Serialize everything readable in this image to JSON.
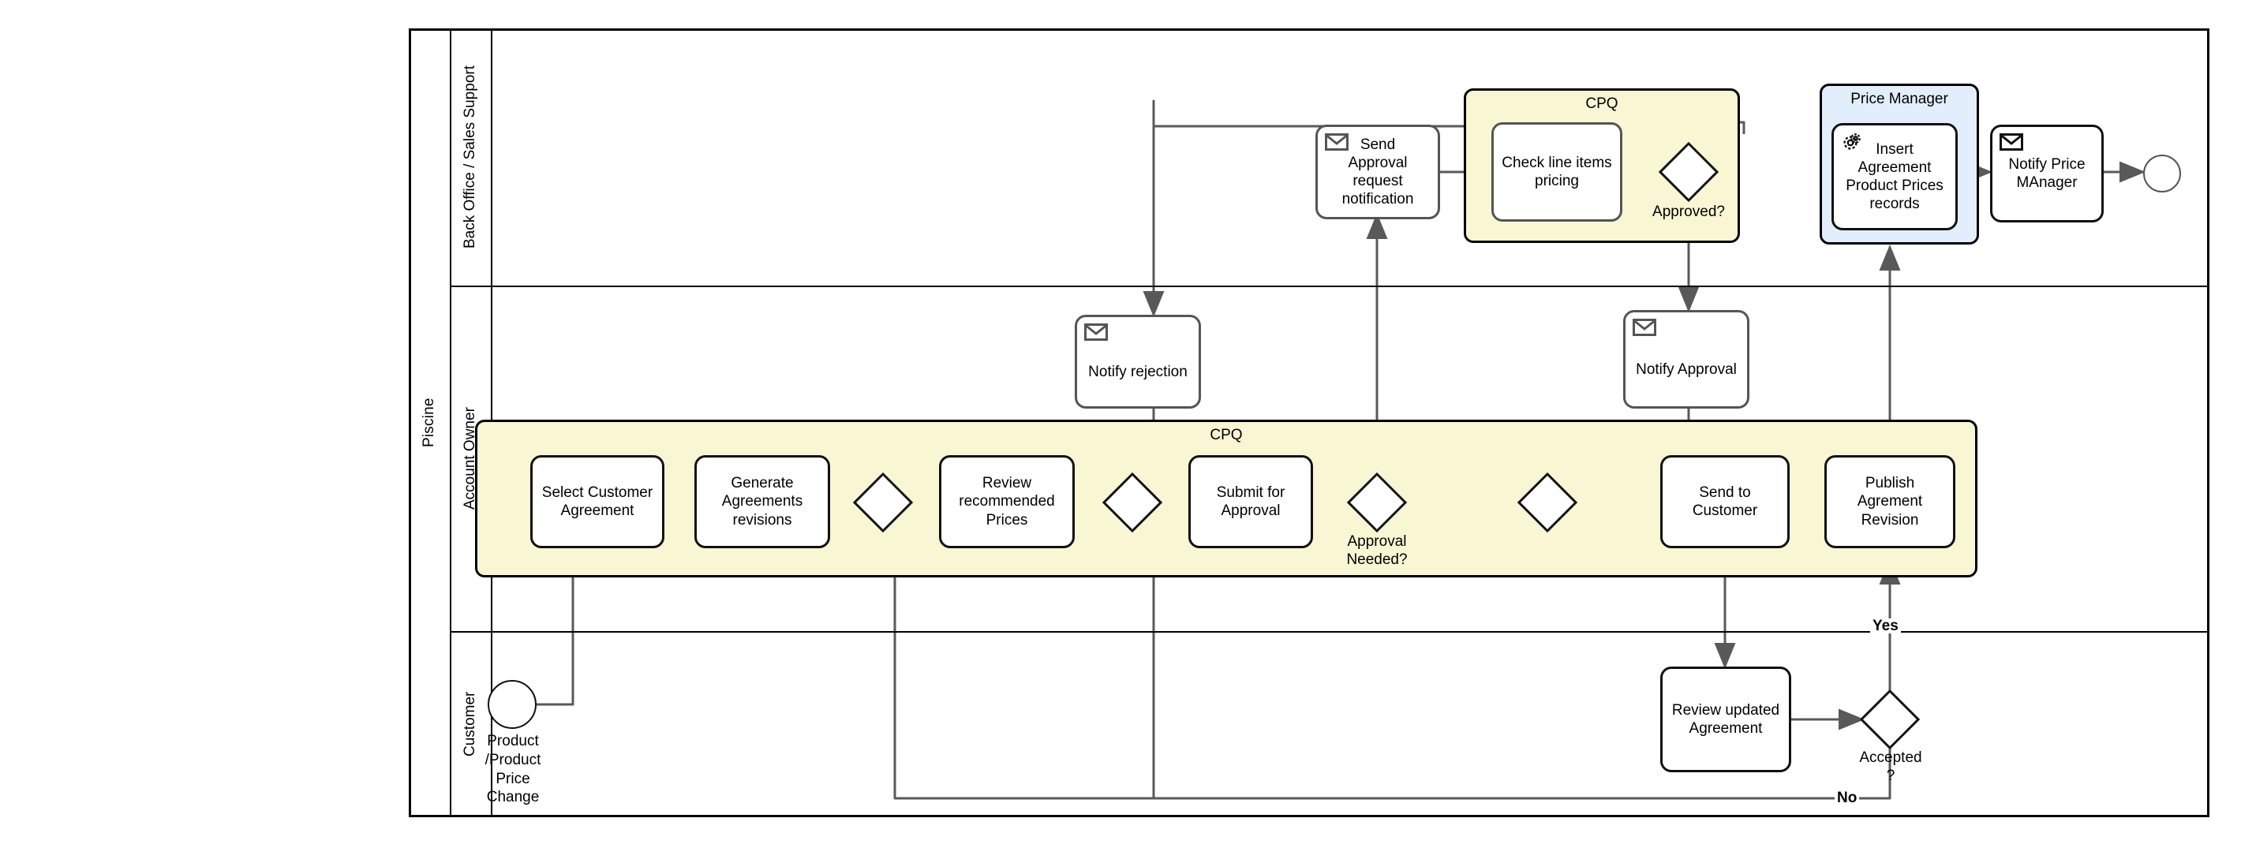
{
  "diagram": {
    "type": "bpmn-collaboration-diagram",
    "pool": {
      "name": "Piscine"
    },
    "lanes": [
      {
        "id": "lane-back-office",
        "name": "Back Office / Sales Support"
      },
      {
        "id": "lane-account-owner",
        "name": "Account Owner"
      },
      {
        "id": "lane-customer",
        "name": "Customer"
      }
    ],
    "subprocesses": [
      {
        "id": "cpq-back-office",
        "name": "CPQ",
        "lane": "lane-back-office",
        "color": "#f8f6d3"
      },
      {
        "id": "price-manager",
        "name": "Price Manager",
        "lane": "lane-back-office",
        "color": "#e3eefc"
      },
      {
        "id": "cpq-account-owner",
        "name": "CPQ",
        "lane": "lane-account-owner",
        "color": "#f8f6d3"
      }
    ],
    "events": [
      {
        "id": "start-product-price-change",
        "kind": "start",
        "lane": "lane-customer",
        "label": "Product\n/Product\nPrice\nChange",
        "label_lines": [
          "Product",
          "/Product",
          "Price",
          "Change"
        ]
      },
      {
        "id": "end-event",
        "kind": "end",
        "lane": "lane-back-office",
        "label": ""
      }
    ],
    "tasks": [
      {
        "id": "send-approval-request-notification",
        "lane": "lane-back-office",
        "label": "Send\nApproval request\nnotification",
        "label_lines": [
          "Send",
          "Approval request",
          "notification"
        ],
        "marker": "message-icon"
      },
      {
        "id": "check-line-items-pricing",
        "lane": "lane-back-office",
        "label": "Check line items\npricing",
        "label_lines": [
          "Check line items",
          "pricing"
        ],
        "marker": "none"
      },
      {
        "id": "insert-agreement-product-prices-records",
        "lane": "lane-back-office",
        "label": "Insert\nAgreement\nProduct Prices\nrecords",
        "label_lines": [
          "Insert",
          "Agreement",
          "Product Prices",
          "records"
        ],
        "marker": "service-gear-icon"
      },
      {
        "id": "notify-price-manager",
        "lane": "lane-back-office",
        "label": "Notify Price\nMAnager",
        "label_lines": [
          "Notify Price",
          "MAnager"
        ],
        "marker": "message-icon"
      },
      {
        "id": "notify-rejection",
        "lane": "lane-account-owner",
        "label": "Notify rejection",
        "label_lines": [
          "Notify rejection"
        ],
        "marker": "message-icon"
      },
      {
        "id": "notify-approval",
        "lane": "lane-account-owner",
        "label": "Notify Approval",
        "label_lines": [
          "Notify Approval"
        ],
        "marker": "message-icon"
      },
      {
        "id": "select-customer-agreement",
        "lane": "lane-account-owner",
        "label": "Select Customer\nAgreement",
        "label_lines": [
          "Select Customer",
          "Agreement"
        ],
        "marker": "none"
      },
      {
        "id": "generate-agreements-revisions",
        "lane": "lane-account-owner",
        "label": "Generate\nAgreements\nrevisions",
        "label_lines": [
          "Generate",
          "Agreements",
          "revisions"
        ],
        "marker": "none"
      },
      {
        "id": "review-recommended-prices",
        "lane": "lane-account-owner",
        "label": "Review\nrecommended\nPrices",
        "label_lines": [
          "Review",
          "recommended",
          "Prices"
        ],
        "marker": "none"
      },
      {
        "id": "submit-for-approval",
        "lane": "lane-account-owner",
        "label": "Submit for\nApproval",
        "label_lines": [
          "Submit for",
          "Approval"
        ],
        "marker": "none"
      },
      {
        "id": "send-to-customer",
        "lane": "lane-account-owner",
        "label": "Send to\nCustomer",
        "label_lines": [
          "Send to",
          "Customer"
        ],
        "marker": "none"
      },
      {
        "id": "publish-agreement-revision",
        "lane": "lane-account-owner",
        "label": "Publish Agrement\nRevision",
        "label_lines": [
          "Publish Agrement",
          "Revision"
        ],
        "marker": "none"
      },
      {
        "id": "review-updated-agreement",
        "lane": "lane-customer",
        "label": "Review updated\nAgreement",
        "label_lines": [
          "Review updated",
          "Agreement"
        ],
        "marker": "none"
      }
    ],
    "gateways": [
      {
        "id": "gw-approved",
        "lane": "lane-back-office",
        "label": "Approved?"
      },
      {
        "id": "gw-merge-1",
        "lane": "lane-account-owner",
        "label": ""
      },
      {
        "id": "gw-merge-2",
        "lane": "lane-account-owner",
        "label": ""
      },
      {
        "id": "gw-approval-needed",
        "lane": "lane-account-owner",
        "label": "Approval\nNeeded?",
        "label_lines": [
          "Approval",
          "Needed?"
        ]
      },
      {
        "id": "gw-merge-3",
        "lane": "lane-account-owner",
        "label": ""
      },
      {
        "id": "gw-accepted",
        "lane": "lane-customer",
        "label": "Accepted\n?",
        "label_lines": [
          "Accepted",
          "?"
        ]
      }
    ],
    "flow_labels": [
      {
        "id": "flow-label-yes",
        "text": "Yes"
      },
      {
        "id": "flow-label-no",
        "text": "No"
      }
    ]
  },
  "colors": {
    "subprocess_yellow": "#f8f6d3",
    "subprocess_blue": "#e3eefc",
    "connector": "#595959",
    "border_dark": "#111111",
    "border_grey": "#555555"
  }
}
